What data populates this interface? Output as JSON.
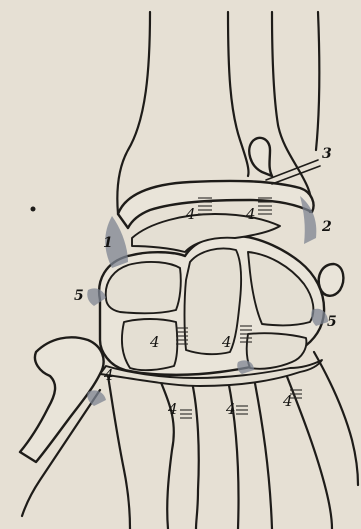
{
  "figure": {
    "labels": [
      {
        "id": "label-1",
        "text": "1"
      },
      {
        "id": "label-2",
        "text": "2"
      },
      {
        "id": "label-3",
        "text": "3"
      },
      {
        "id": "label-4-top-l",
        "text": "4"
      },
      {
        "id": "label-4-top-r",
        "text": "4"
      },
      {
        "id": "label-4-mid-l",
        "text": "4"
      },
      {
        "id": "label-4-mid-r",
        "text": "4"
      },
      {
        "id": "label-4-left",
        "text": "4"
      },
      {
        "id": "label-4-bot-1",
        "text": "4"
      },
      {
        "id": "label-4-bot-2",
        "text": "4"
      },
      {
        "id": "label-4-bot-3",
        "text": "4"
      },
      {
        "id": "label-5-left",
        "text": "5"
      },
      {
        "id": "label-5-right",
        "text": "5"
      }
    ]
  }
}
